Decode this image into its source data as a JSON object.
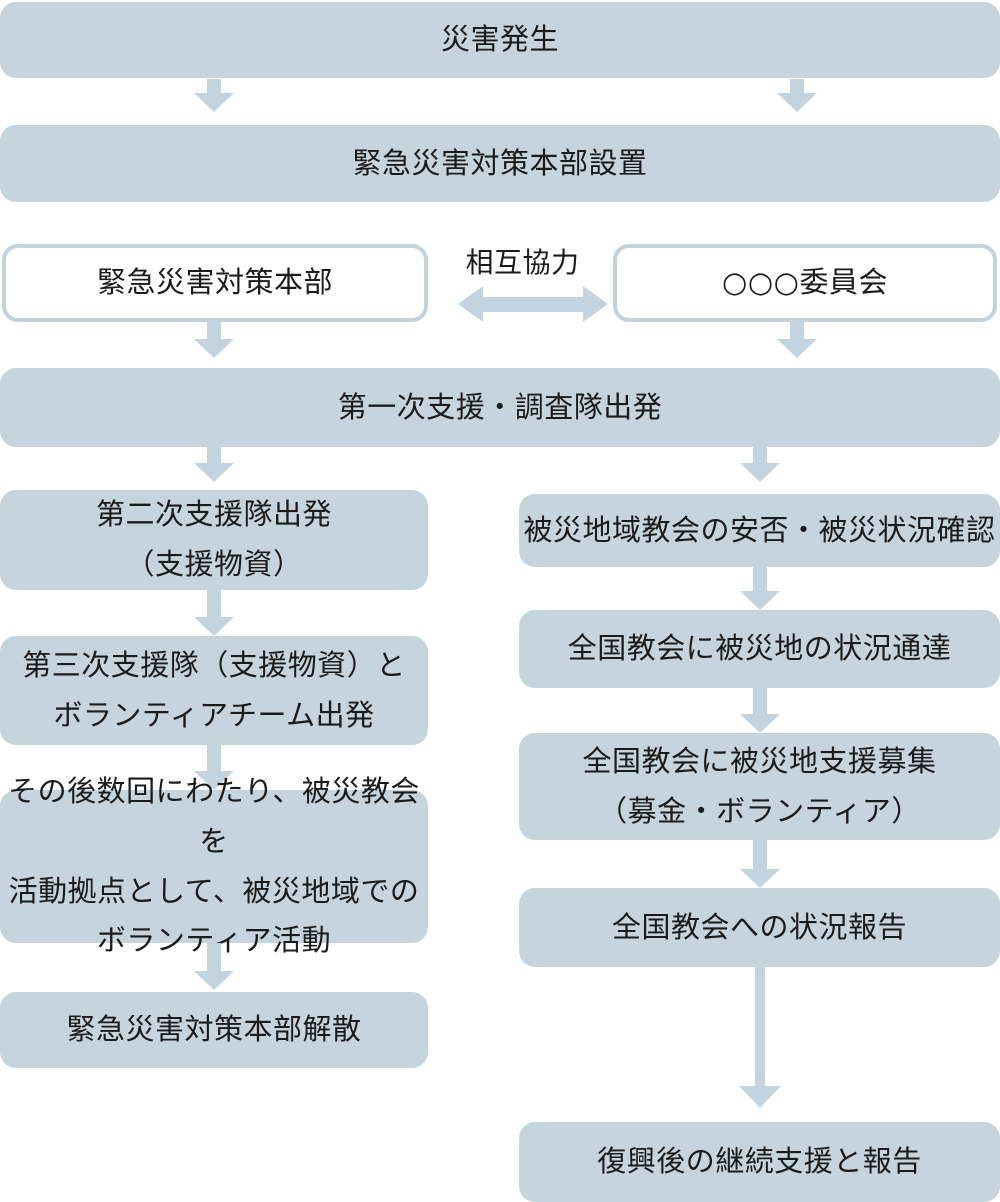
{
  "colors": {
    "box_fill": "#c6d4dd",
    "arrow": "#c3d3df",
    "outline_box_border": "#c3d3de",
    "outline_box_fill": "#ffffff",
    "text": "#1b1b1b",
    "background": "#ffffff"
  },
  "nodes": {
    "disaster": "災害発生",
    "hq_setup": "緊急災害対策本部設置",
    "hq": "緊急災害対策本部",
    "committee": "○○○委員会",
    "mutual_label": "相互協力",
    "first_team": "第一次支援・調査隊出発",
    "second_team": "第二次支援隊出発\n（支援物資）",
    "third_team": "第三次支援隊（支援物資）と\nボランティアチーム出発",
    "volunteer_activity": "その後数回にわたり、被災教会を\n活動拠点として、被災地域での\nボランティア活動",
    "hq_dissolve": "緊急災害対策本部解散",
    "safety_check": "被災地域教会の安否・被災状況確認",
    "notify_status": "全国教会に被災地の状況通達",
    "recruit_support": "全国教会に被災地支援募集\n（募金・ボランティア）",
    "status_report": "全国教会への状況報告",
    "recovery_support": "復興後の継続支援と報告"
  }
}
